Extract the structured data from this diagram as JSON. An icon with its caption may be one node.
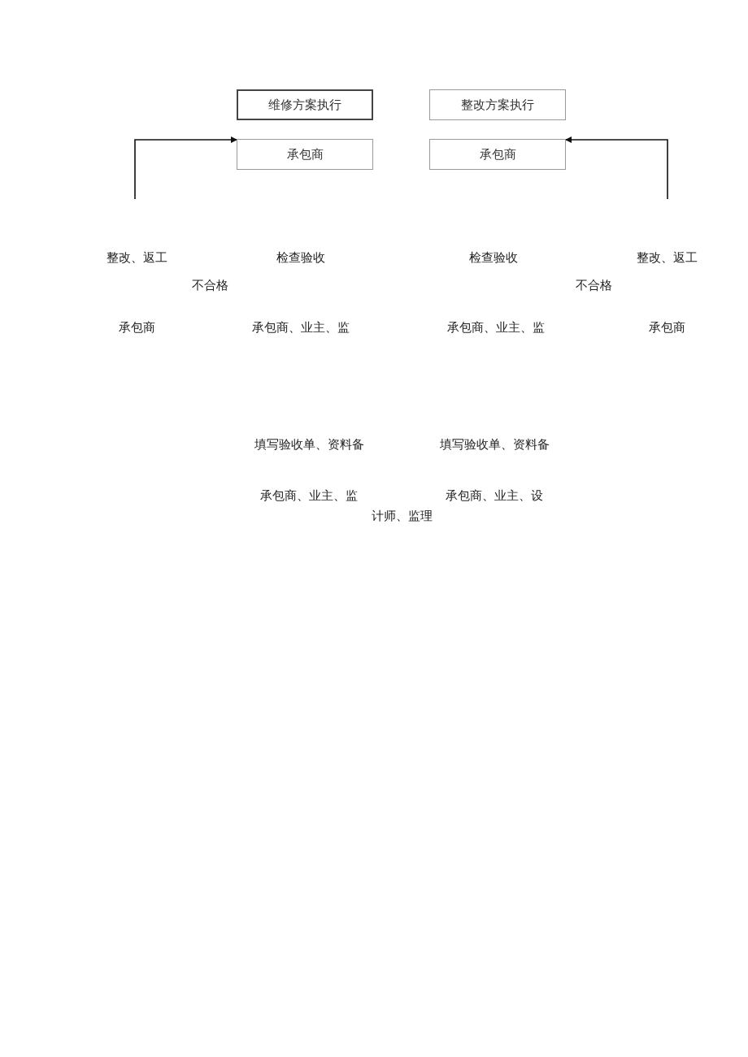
{
  "diagram": {
    "nodes": [
      {
        "text": [
          "维修方案执行"
        ]
      },
      {
        "text": [
          "承包商"
        ]
      },
      {
        "text": [
          "整改方案执行"
        ]
      },
      {
        "text": [
          "承包商"
        ]
      }
    ],
    "edges": [
      {
        "from": null,
        "to": 1,
        "arrow": "to"
      },
      {
        "from": null,
        "to": 3,
        "arrow": "to"
      }
    ],
    "labels": [
      "整改、返工",
      "检查验收",
      "检查验收",
      "整改、返工",
      "不合格",
      "不合格",
      "承包商",
      "承包商、业主、监",
      "承包商、业主、监",
      "承包商",
      "填写验收单、资料备",
      "填写验收单、资料备",
      "承包商、业主、监",
      "承包商、业主、设",
      "计师、监理"
    ]
  }
}
